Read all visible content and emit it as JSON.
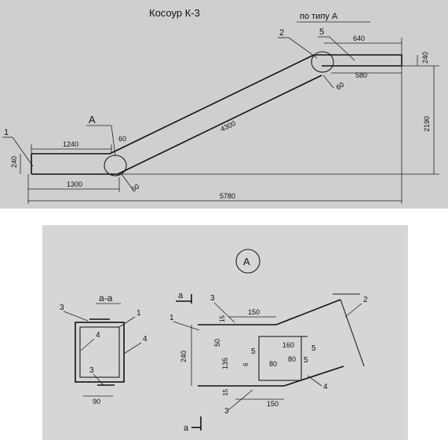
{
  "top": {
    "title": "Косоур К-3",
    "type_note": "по типу А",
    "callout_A": "А",
    "labels": {
      "pos1": "1",
      "pos2": "2",
      "pos5": "5"
    },
    "dims": {
      "d1240": "1240",
      "d60a": "60",
      "d240a": "240",
      "d1300": "1300",
      "d60b": "60",
      "d4300": "4300",
      "d640": "640",
      "d240b": "240",
      "d580": "580",
      "d60c": "60",
      "d2190": "2190",
      "d5780": "5780"
    }
  },
  "bottom": {
    "node_label": "А",
    "section_title": "а-а",
    "section_marks": {
      "upper": "а",
      "lower": "а"
    },
    "section": {
      "pos3a": "3",
      "pos1": "1",
      "pos4a": "4",
      "pos4b": "4",
      "pos3b": "3",
      "width": "90"
    },
    "node": {
      "pos3top": "3",
      "pos1": "1",
      "pos2": "2",
      "pos4": "4",
      "pos3bot": "3",
      "d150top": "150",
      "d15top": "15",
      "d50": "50",
      "d240": "240",
      "d135": "135",
      "d15bot": "15",
      "d150bot": "150",
      "d6": "6",
      "pos5a": "5",
      "d160": "160",
      "pos5b": "5",
      "d80a": "80",
      "d80b": "80",
      "pos5c": "5"
    }
  }
}
